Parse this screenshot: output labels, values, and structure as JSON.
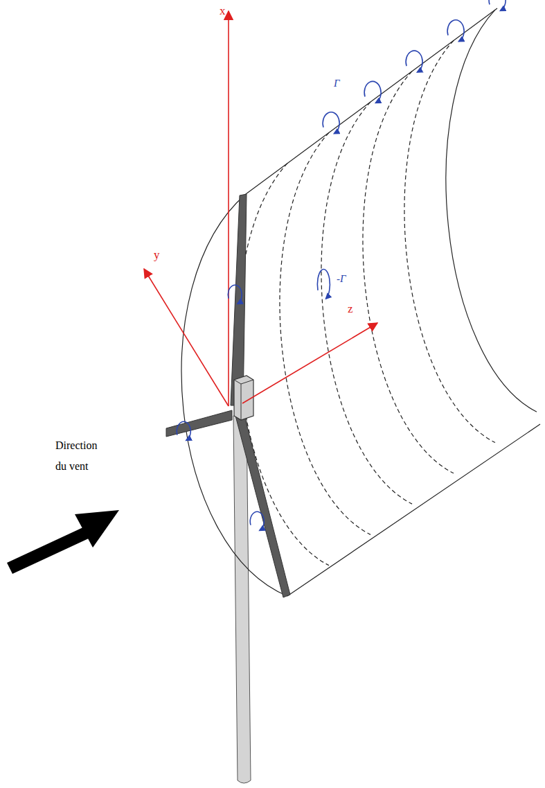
{
  "diagram": {
    "labels": [
      "x",
      "y",
      "z",
      "Γ",
      "-Γ",
      "Direction du vent"
    ]
  }
}
